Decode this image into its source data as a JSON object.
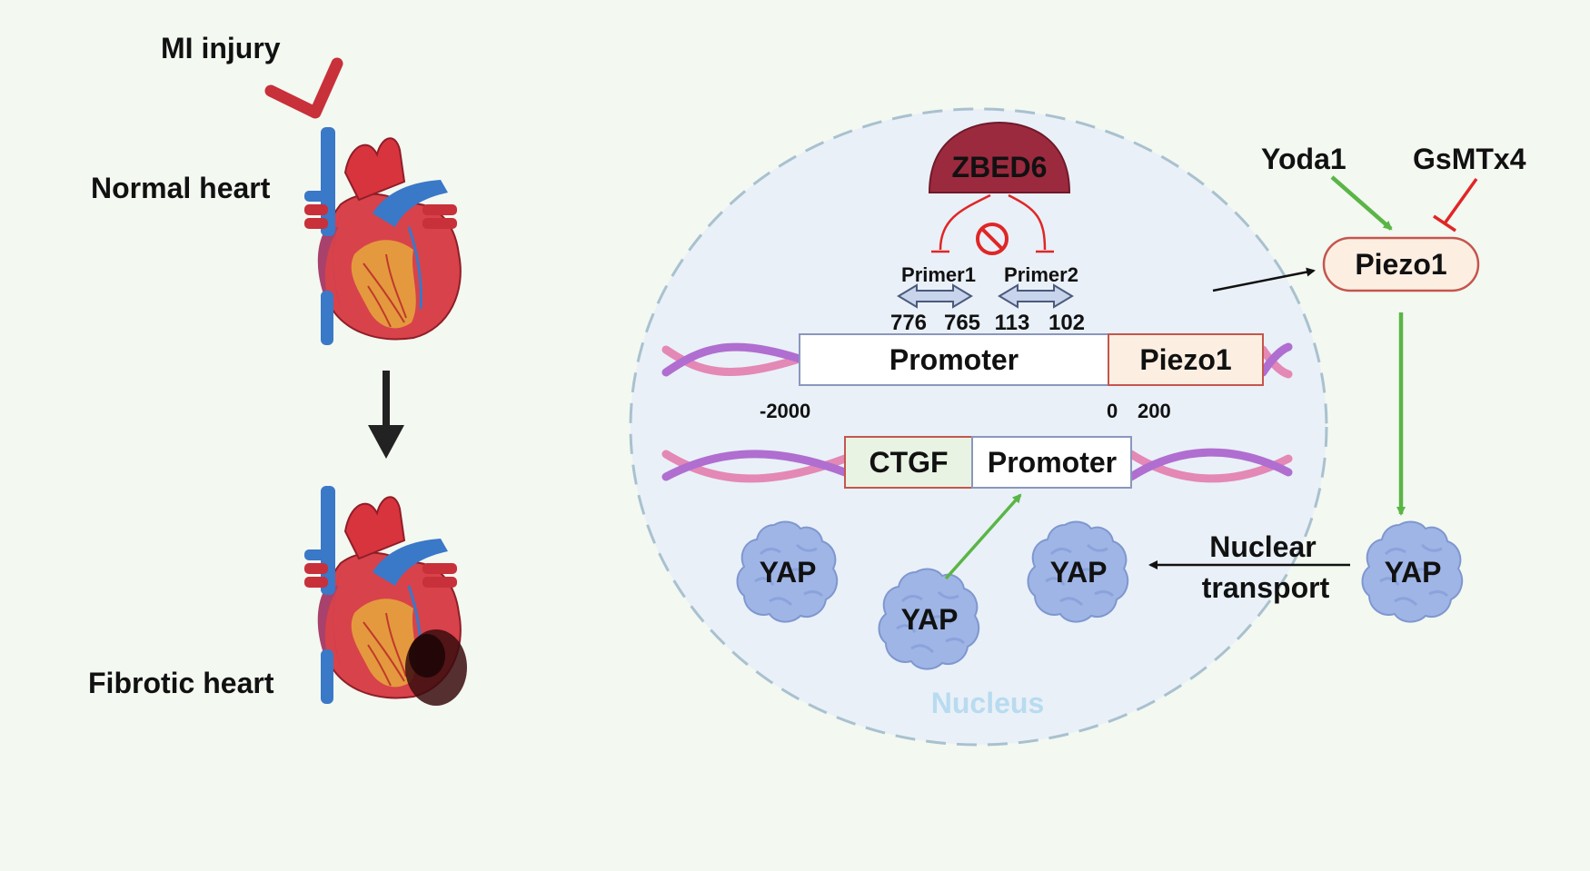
{
  "left_panel": {
    "injury_label": "MI  injury",
    "normal_label": "Normal heart",
    "fibrotic_label": "Fibrotic heart"
  },
  "nucleus": {
    "label": "Nucleus",
    "zbed6_label": "ZBED6",
    "primer1_label": "Primer1",
    "primer2_label": "Primer2",
    "primer1_positions": [
      "776",
      "765"
    ],
    "primer2_positions": [
      "113",
      "102"
    ],
    "piezo1_gene": {
      "promoter_label": "Promoter",
      "gene_label": "Piezo1",
      "coord_start": "-2000",
      "coord_zero": "0",
      "coord_end": "200"
    },
    "ctgf_gene": {
      "gene_label": "CTGF",
      "promoter_label": "Promoter"
    },
    "yap_labels": [
      "YAP",
      "YAP",
      "YAP"
    ]
  },
  "pathway": {
    "agonist_label": "Yoda1",
    "inhibitor_label": "GsMTx4",
    "channel_label": "Piezo1",
    "cyto_yap_label": "YAP",
    "transport_label_line1": "Nuclear",
    "transport_label_line2": "transport"
  },
  "colors": {
    "background": "#f3f8f1",
    "nucleus_fill": "#e9f0f8",
    "zbed6": "#9c2a3f",
    "activation_arrow": "#5ab546",
    "inhibition": "#e02626",
    "yap": "#9fb5e6",
    "dna_pink": "#e488b5",
    "dna_purple": "#b06ed0",
    "piezo1_box": "#fcefe2",
    "ctgf_box": "#e8f3e3"
  }
}
